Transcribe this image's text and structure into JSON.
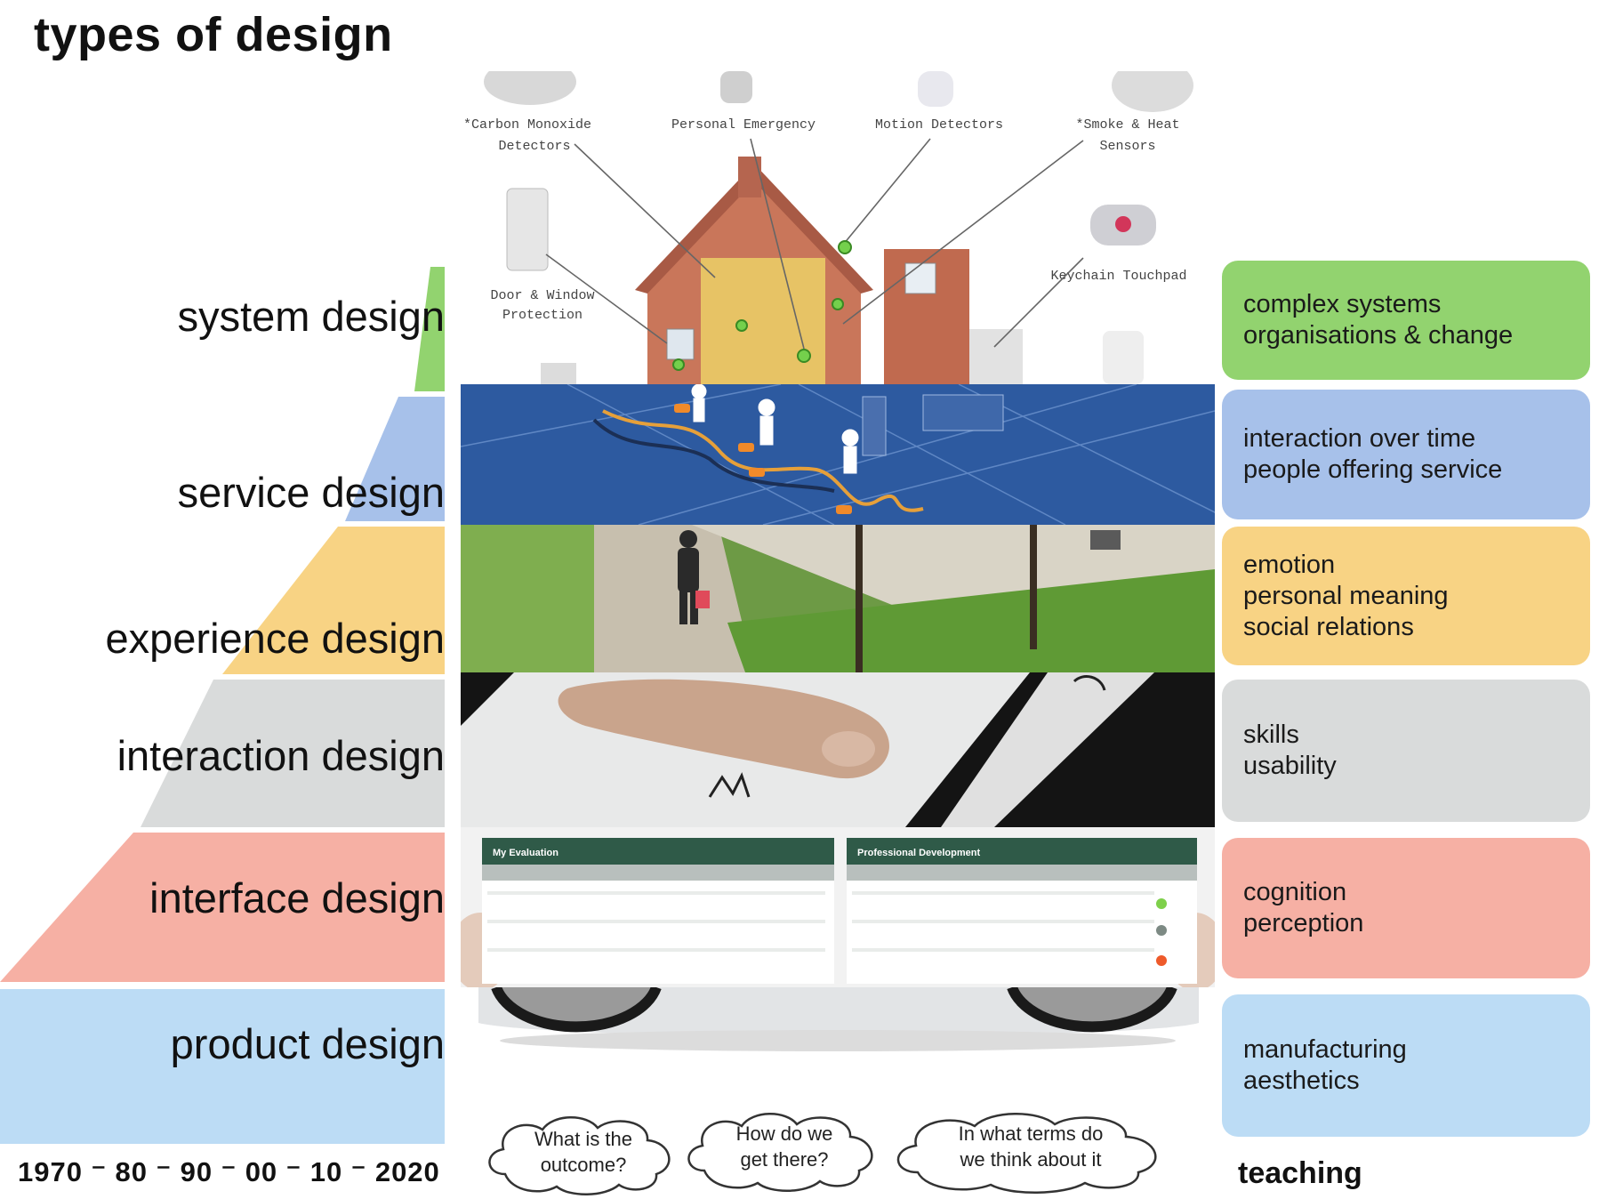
{
  "title": "types of design",
  "layers": [
    {
      "label": "system design",
      "color": "#92d36f",
      "description": [
        "complex systems",
        "organisations & change"
      ]
    },
    {
      "label": "service design",
      "color": "#a7c1ea",
      "description": [
        "interaction over time",
        "people offering service"
      ]
    },
    {
      "label": "experience design",
      "color": "#f8d384",
      "description": [
        "emotion",
        "personal meaning",
        "social relations"
      ]
    },
    {
      "label": "interaction design",
      "color": "#d9dbdb",
      "description": [
        "skills",
        "usability"
      ]
    },
    {
      "label": "interface design",
      "color": "#f6b0a4",
      "description": [
        "cognition",
        "perception"
      ]
    },
    {
      "label": "product design",
      "color": "#bcdcf5",
      "description": [
        "manufacturing",
        "aesthetics"
      ]
    }
  ],
  "system_image_labels": {
    "carbon": [
      "*Carbon Monoxide",
      "Detectors"
    ],
    "personal": "Personal Emergency",
    "motion": "Motion Detectors",
    "smoke": [
      "*Smoke & Heat",
      "Sensors"
    ],
    "door": [
      "Door & Window",
      "Protection"
    ],
    "keychain": "Keychain Touchpad"
  },
  "interface_image_labels": {
    "panel_left": "My Evaluation",
    "panel_right": "Professional Development"
  },
  "timeline": "1970 ⁻ 80 ⁻ 90 ⁻ 00 ⁻ 10 ⁻ 2020",
  "questions": [
    [
      "What is the",
      "outcome?"
    ],
    [
      "How do we",
      "get there?"
    ],
    [
      "In what terms do",
      "we think about it"
    ]
  ],
  "teaching": "teaching"
}
